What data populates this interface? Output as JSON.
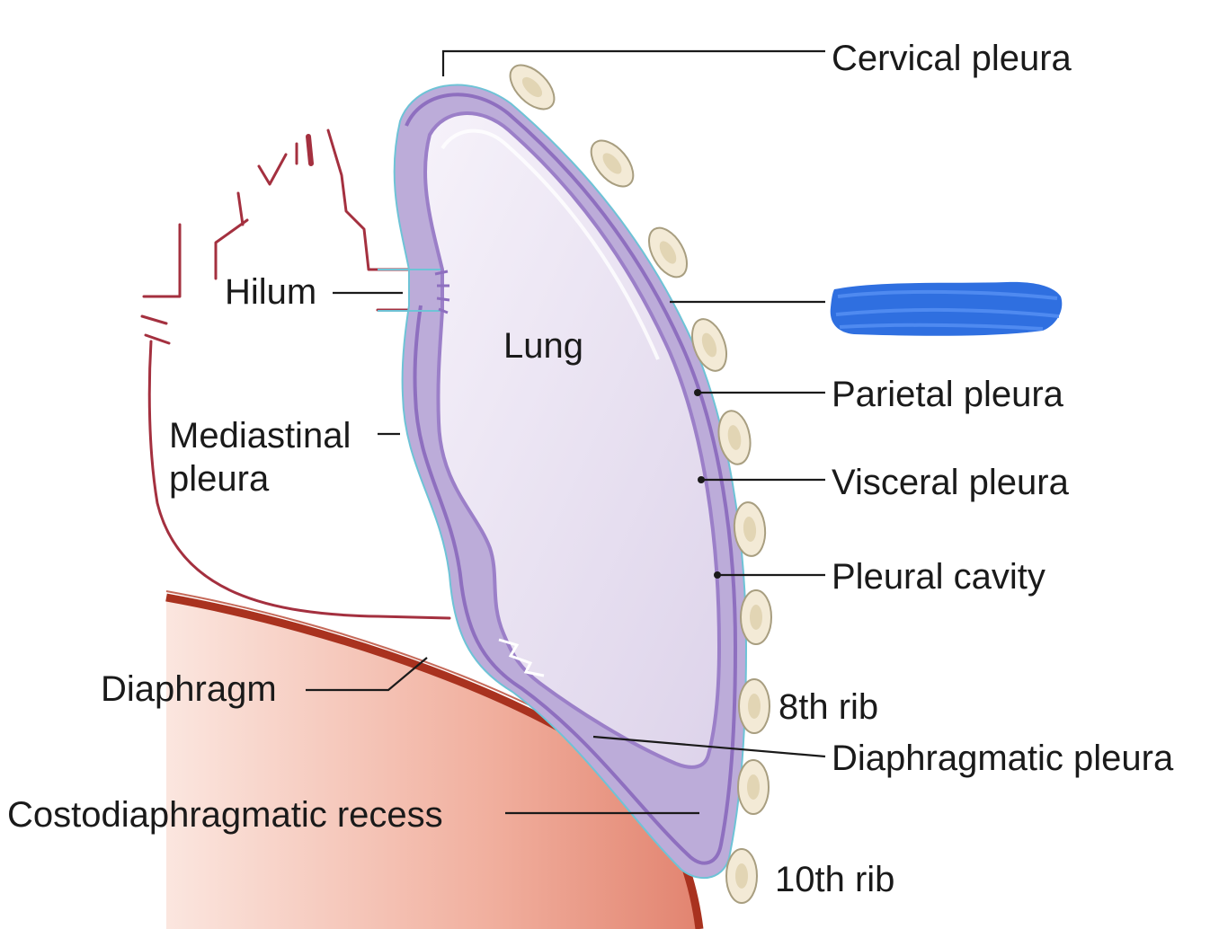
{
  "labels": {
    "cervical_pleura": "Cervical pleura",
    "hilum": "Hilum",
    "lung": "Lung",
    "parietal_pleura": "Parietal pleura",
    "visceral_pleura": "Visceral pleura",
    "pleural_cavity": "Pleural cavity",
    "mediastinal_pleura_line1": "Mediastinal",
    "mediastinal_pleura_line2": "pleura",
    "diaphragm": "Diaphragm",
    "eighth_rib": "8th rib",
    "diaphragmatic_pleura": "Diaphragmatic pleura",
    "costodiaphragmatic_recess": "Costodiaphragmatic recess",
    "tenth_rib": "10th rib"
  },
  "redacted_label": {
    "note_visible": "",
    "color": "#2f6fe0"
  },
  "colors": {
    "pleura_outer": "#b9a8d6",
    "pleura_edge": "#8e6fbf",
    "lung_fill": "#ece6f3",
    "diaphragm_fill": "#e8917f",
    "diaphragm_edge": "#a9321f",
    "vessel": "#a4303f",
    "rib_fill": "#f3ead6",
    "serous_line": "#6ec3d6"
  }
}
